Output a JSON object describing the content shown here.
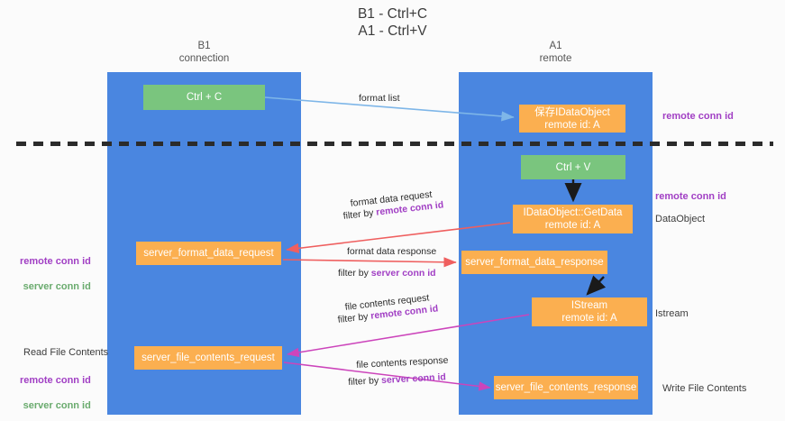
{
  "title": "B1 - Ctrl+C\nA1 - Ctrl+V",
  "lanes": [
    {
      "name": "b1",
      "header": "B1\nconnection"
    },
    {
      "name": "a1",
      "header": "A1\nremote"
    }
  ],
  "nodes": {
    "ctrl_c": "Ctrl + C",
    "save_idataobject": "保存IDataObject\nremote id: A",
    "ctrl_v": "Ctrl + V",
    "getdata": "IDataObject::GetData\nremote id: A",
    "server_format_data_request": "server_format_data_request",
    "server_format_data_response": "server_format_data_response",
    "istream": "IStream\nremote id: A",
    "server_file_contents_request": "server_file_contents_request",
    "server_file_contents_response": "server_file_contents_response"
  },
  "edge_labels": {
    "format_list": "format list",
    "format_data_request": "format data request",
    "format_data_request_filter_prefix": "filter by ",
    "format_data_request_filter_id": "remote conn id",
    "format_data_response": "format data response",
    "format_data_response_filter_prefix": "filter by ",
    "format_data_response_filter_id": "server conn id",
    "file_contents_request": "file contents request",
    "file_contents_request_filter_prefix": "filter by ",
    "file_contents_request_filter_id": "remote conn id",
    "file_contents_response": "file contents response",
    "file_contents_response_filter_prefix": "filter by ",
    "file_contents_response_filter_id": "server conn id"
  },
  "annotations": {
    "remote_conn_id_top": "remote conn id",
    "remote_conn_id_mid": "remote conn id",
    "dataobject": "DataObject",
    "istream": "Istream",
    "write_file_contents": "Write File Contents",
    "read_file_contents": "Read File Contents",
    "remote_conn_id_label": "remote conn id",
    "server_conn_id_label": "server conn id"
  },
  "colors": {
    "lane": "#4a86e0",
    "green_node": "#7ac57e",
    "orange_node": "#fbaf50",
    "purple_text": "#a13fc4",
    "green_text": "#6aab6e",
    "blue_arrow": "#7eb6e8",
    "red_arrow": "#ef5f5f",
    "magenta_arrow": "#cc44bb",
    "black_arrow": "#1a1a1a",
    "divider": "#2b2b2b"
  }
}
